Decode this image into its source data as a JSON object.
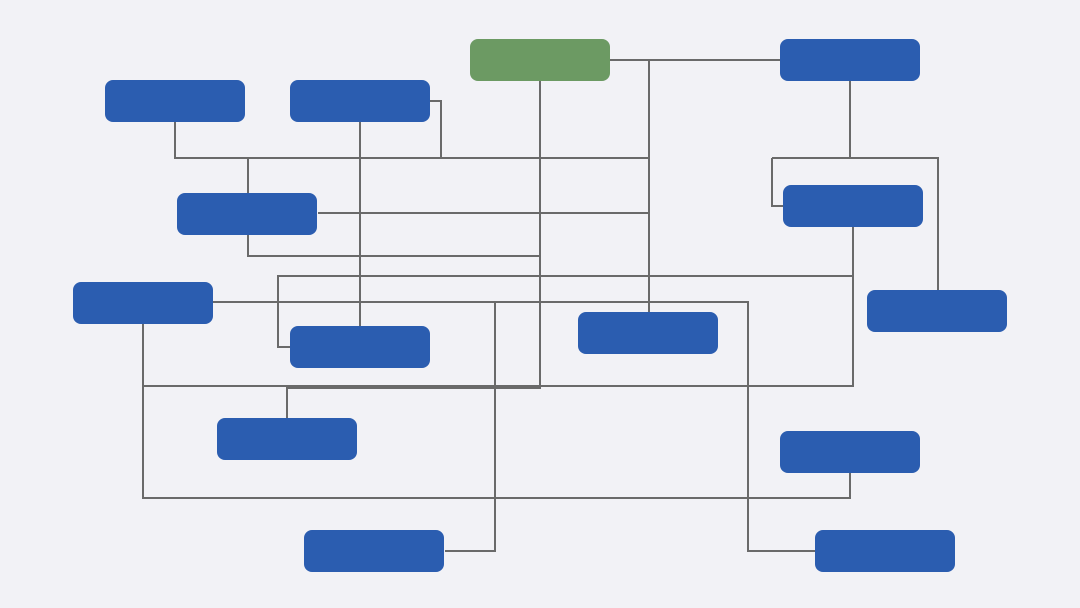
{
  "diagram": {
    "root": {
      "label": "",
      "color": "#6c9a63"
    },
    "nodes": [
      {
        "id": "n-1",
        "label": ""
      },
      {
        "id": "n-2",
        "label": ""
      },
      {
        "id": "n-3",
        "label": ""
      },
      {
        "id": "n-4",
        "label": ""
      },
      {
        "id": "n-5",
        "label": ""
      },
      {
        "id": "n-6",
        "label": ""
      },
      {
        "id": "n-7",
        "label": ""
      },
      {
        "id": "n-8",
        "label": ""
      },
      {
        "id": "n-9",
        "label": ""
      },
      {
        "id": "n-10",
        "label": ""
      },
      {
        "id": "n-11",
        "label": ""
      },
      {
        "id": "n-12",
        "label": ""
      },
      {
        "id": "n-13",
        "label": ""
      }
    ],
    "colors": {
      "background": "#f2f2f6",
      "node": "#2b5db0",
      "root_node": "#6c9a63",
      "connector": "#6a6a6a"
    }
  }
}
